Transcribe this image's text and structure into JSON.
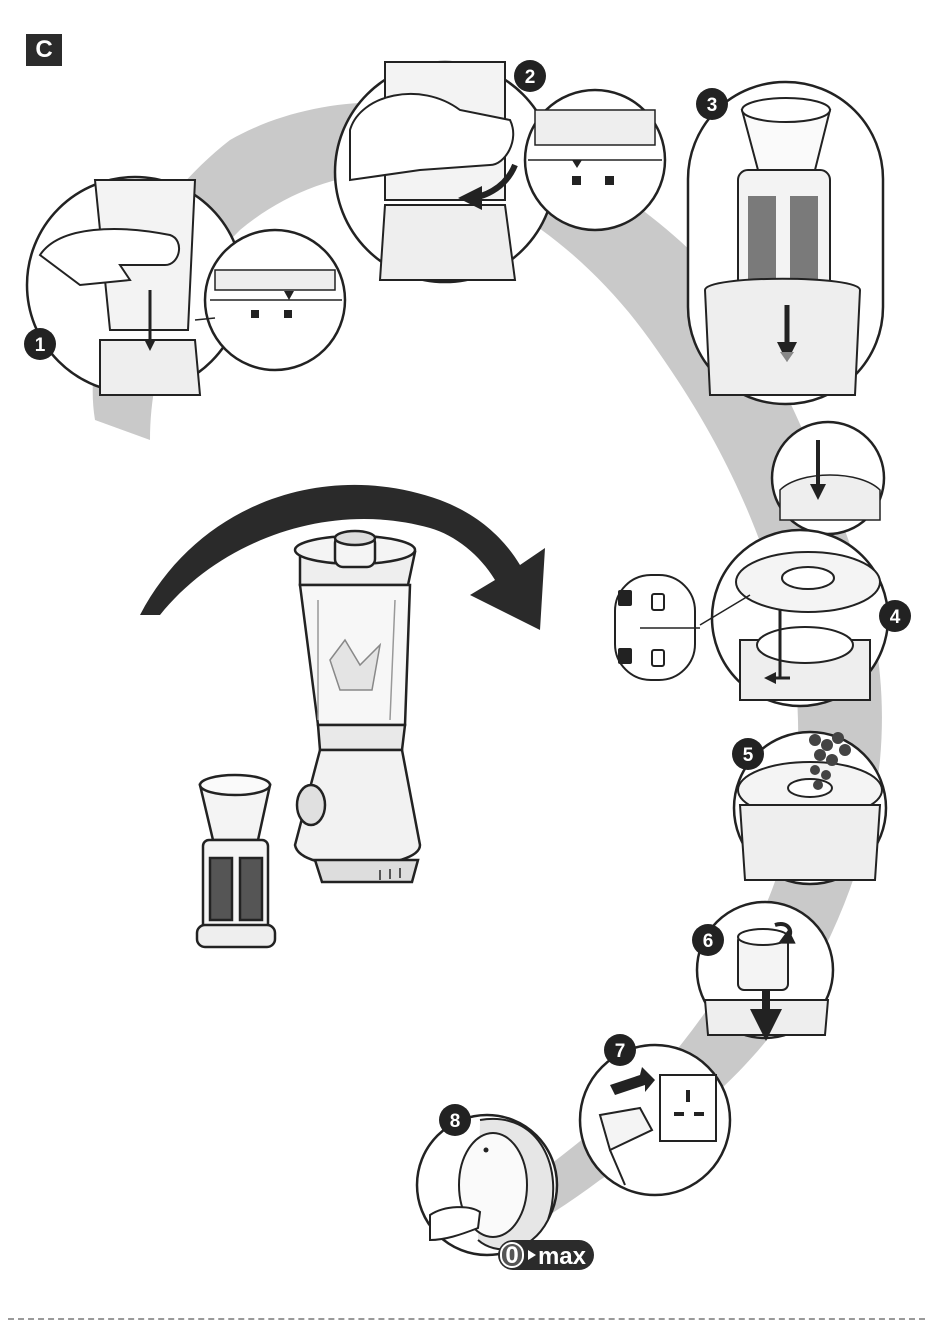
{
  "section": {
    "label": "C"
  },
  "steps": [
    {
      "number": "1"
    },
    {
      "number": "2"
    },
    {
      "number": "3"
    },
    {
      "number": "4"
    },
    {
      "number": "5"
    },
    {
      "number": "6"
    },
    {
      "number": "7"
    },
    {
      "number": "8"
    }
  ],
  "speed_label": {
    "zero": "0",
    "max": "max"
  },
  "colors": {
    "line": "#222222",
    "shadow": "#c9c9c9",
    "fill_light": "#f2f2f2",
    "badge": "#2b2b2b"
  }
}
